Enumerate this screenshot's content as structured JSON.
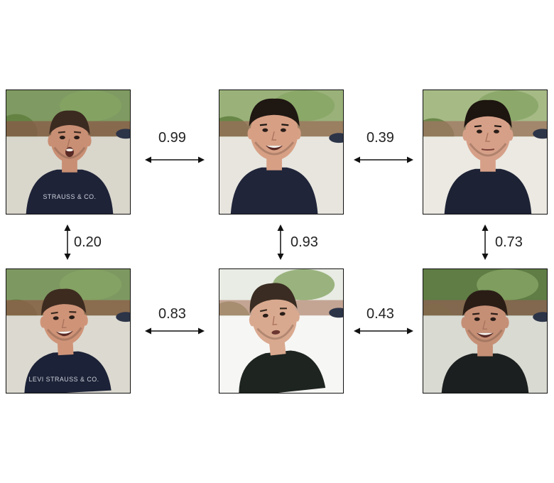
{
  "faces": [
    {
      "id": "top-left",
      "expression": "surprised",
      "shirt_text": "STRAUSS & CO."
    },
    {
      "id": "top-middle",
      "expression": "smiling",
      "shirt_text": ""
    },
    {
      "id": "top-right",
      "expression": "neutral",
      "shirt_text": ""
    },
    {
      "id": "bottom-left",
      "expression": "laughing",
      "shirt_text": "LEVI STRAUSS & CO."
    },
    {
      "id": "bottom-middle",
      "expression": "speaking",
      "shirt_text": ""
    },
    {
      "id": "bottom-right",
      "expression": "smiling",
      "shirt_text": ""
    }
  ],
  "similarity_scores": {
    "top_left_top_middle": "0.99",
    "top_middle_top_right": "0.39",
    "bottom_left_bottom_middle": "0.83",
    "bottom_middle_bottom_right": "0.43",
    "top_left_bottom_left": "0.20",
    "top_middle_bottom_middle": "0.93",
    "top_right_bottom_right": "0.73"
  },
  "colors": {
    "arrow": "#111111",
    "score_text": "#222222",
    "photo_border": "#111111"
  }
}
